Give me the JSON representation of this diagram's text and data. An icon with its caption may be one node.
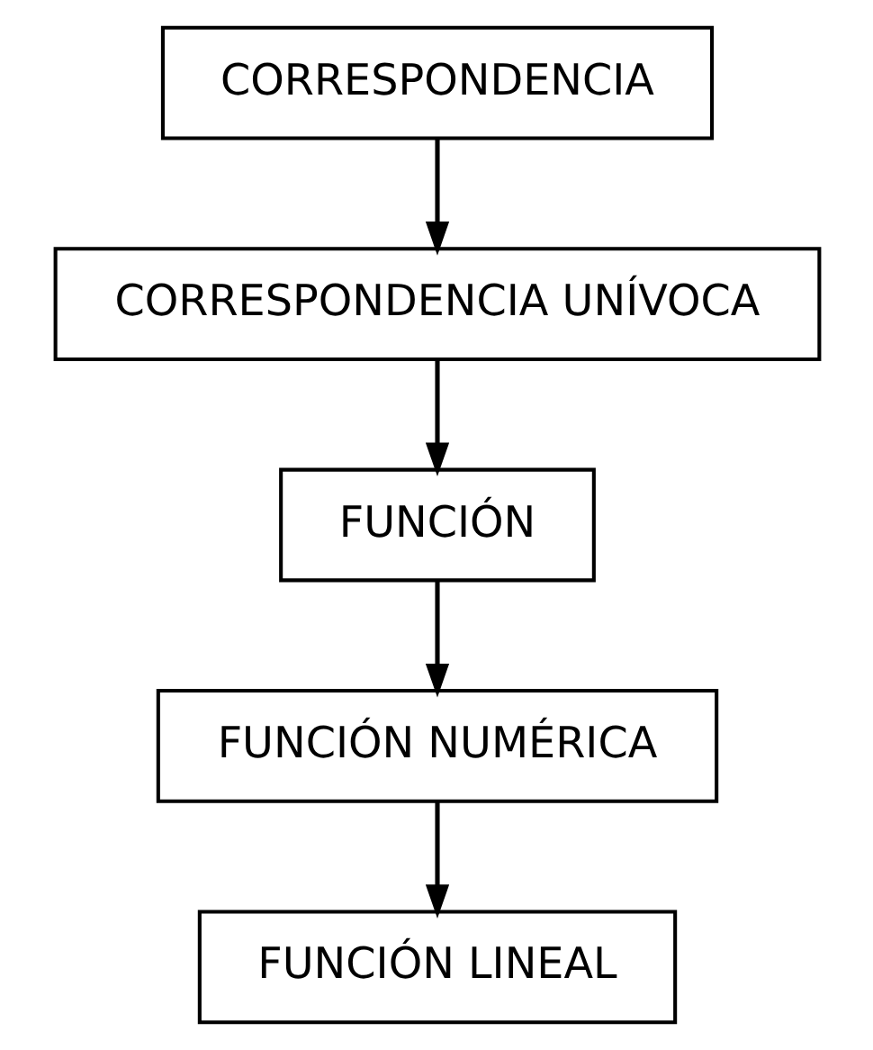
{
  "diagram": {
    "nodes": [
      {
        "text": [
          "CORRESPONDENCIA"
        ]
      },
      {
        "text": [
          "CORRESPONDENCIA UNÍVOCA"
        ]
      },
      {
        "text": [
          "FUNCIÓN"
        ]
      },
      {
        "text": [
          "FUNCIÓN NUMÉRICA"
        ]
      },
      {
        "text": [
          "FUNCIÓN LINEAL"
        ]
      }
    ],
    "edges": [
      {
        "from": 0,
        "to": 1,
        "arrow": "to"
      },
      {
        "from": 1,
        "to": 2,
        "arrow": "to"
      },
      {
        "from": 2,
        "to": 3,
        "arrow": "to"
      },
      {
        "from": 3,
        "to": 4,
        "arrow": "to"
      }
    ]
  }
}
